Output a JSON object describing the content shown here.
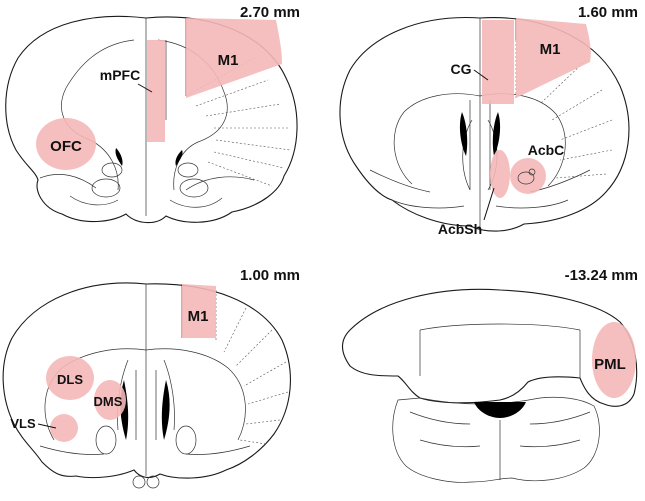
{
  "panels": [
    {
      "coordinate": "2.70 mm",
      "labels": {
        "region_1": "M1",
        "region_2": "mPFC",
        "region_3": "OFC"
      }
    },
    {
      "coordinate": "1.60 mm",
      "labels": {
        "region_1": "M1",
        "region_2": "CG",
        "region_3": "AcbC",
        "region_4": "AcbSh"
      }
    },
    {
      "coordinate": "1.00 mm",
      "labels": {
        "region_1": "M1",
        "region_2": "DLS",
        "region_3": "DMS",
        "region_4": "VLS"
      }
    },
    {
      "coordinate": "-13.24 mm",
      "labels": {
        "region_1": "PML"
      }
    }
  ],
  "colors": {
    "highlight": "#f4b8b8",
    "outline": "#1a1a1a",
    "ventricle": "#000000"
  }
}
